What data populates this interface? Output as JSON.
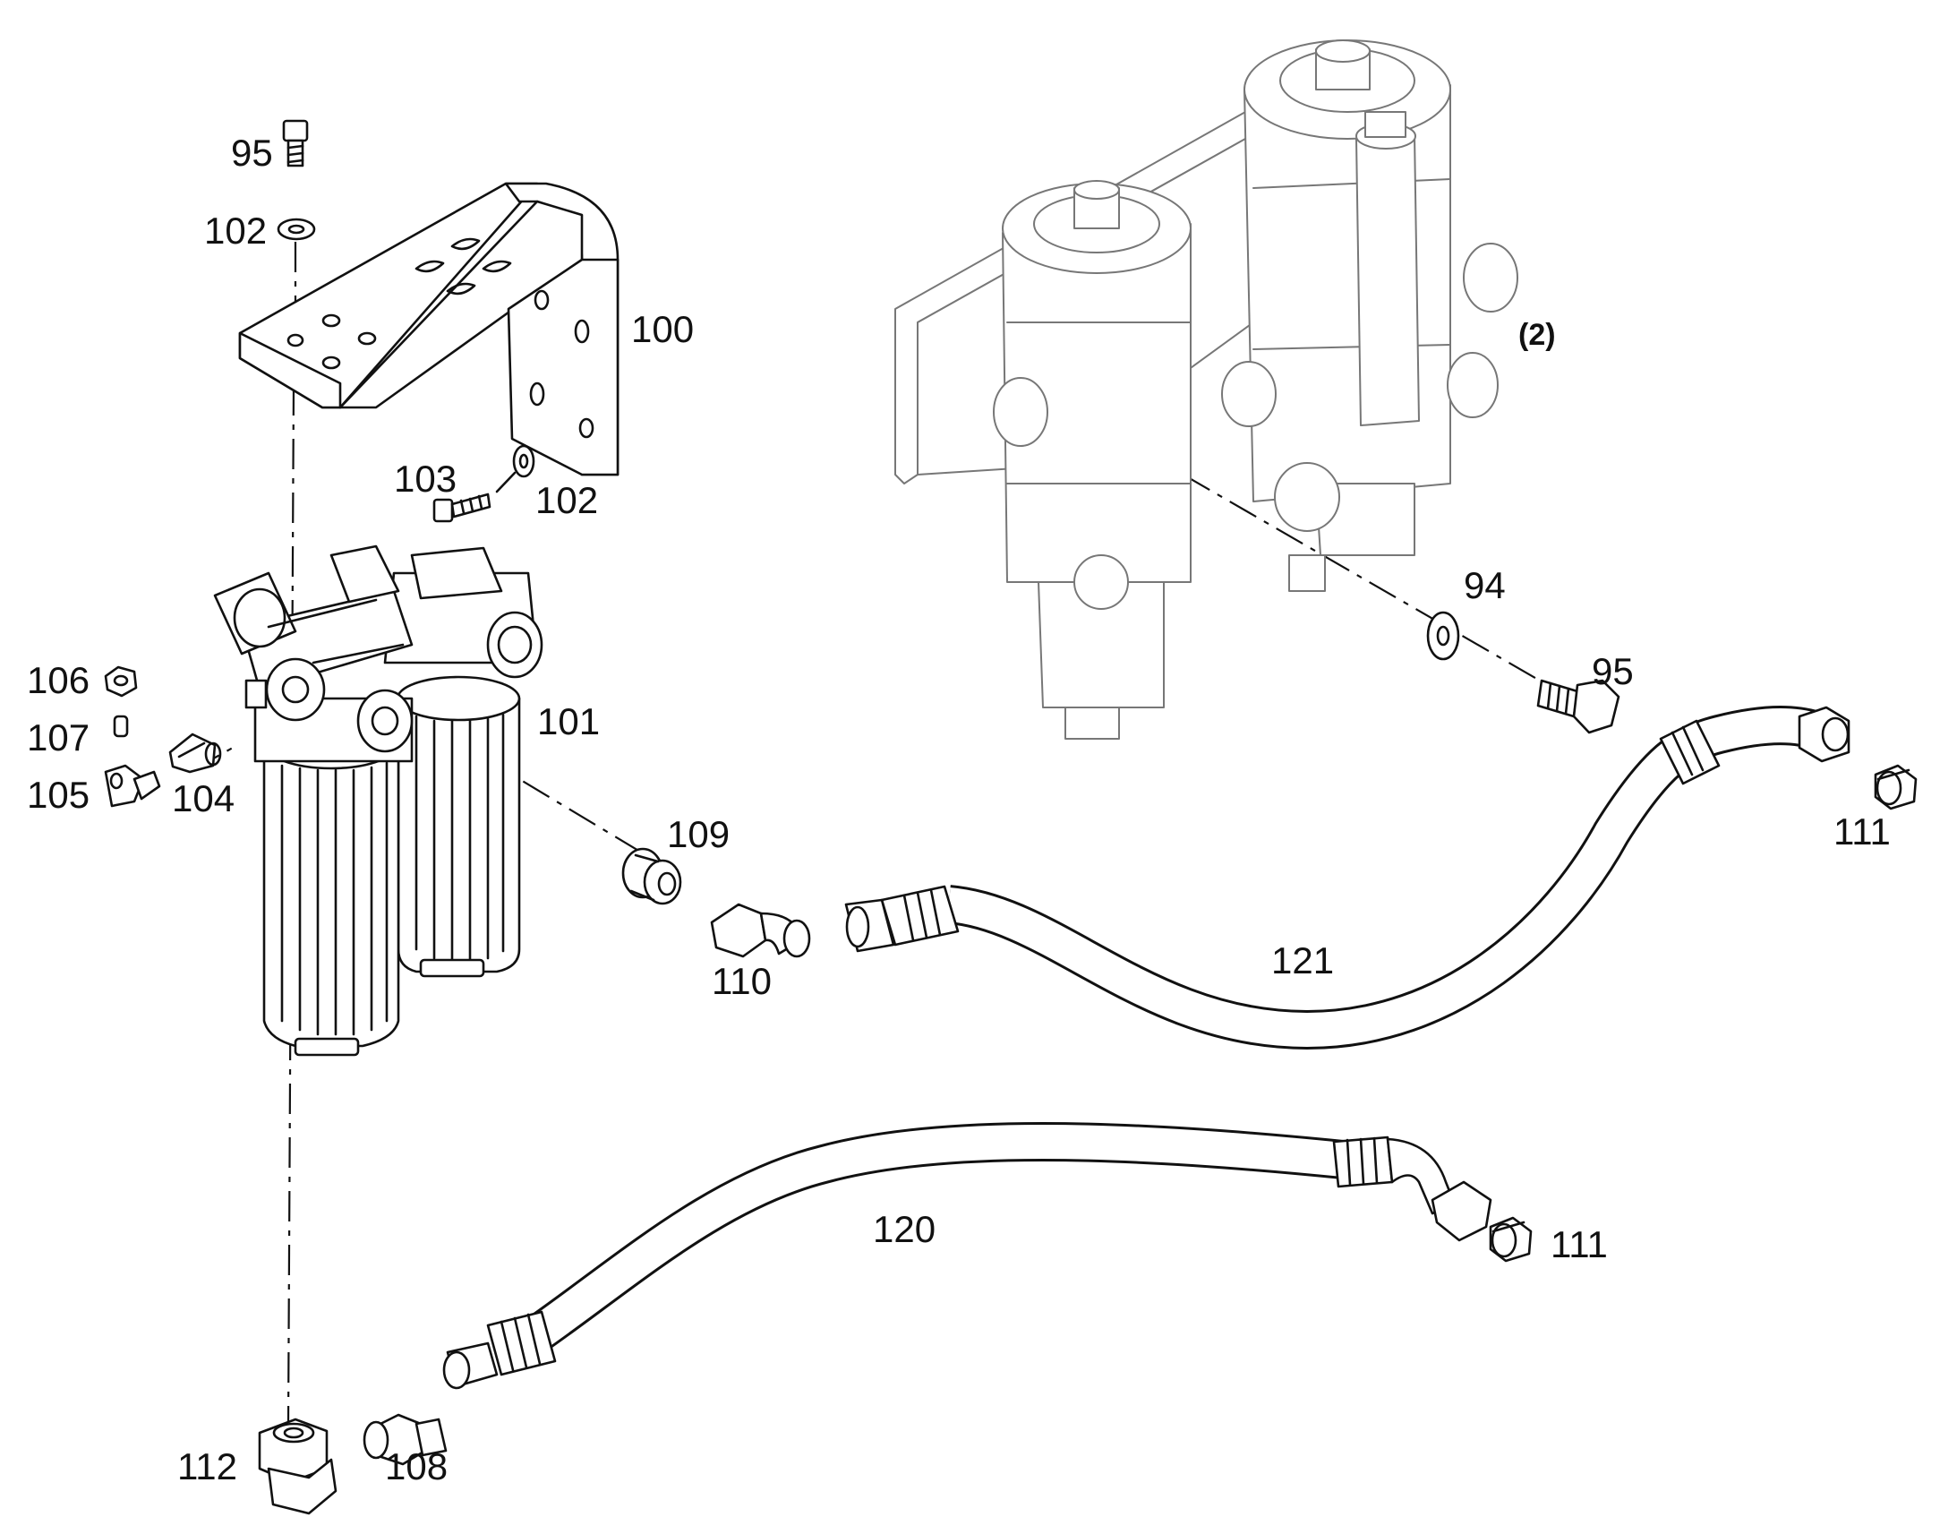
{
  "diagram": {
    "callouts": {
      "c95a": "95",
      "c102a": "102",
      "c100": "100",
      "c103": "103",
      "c102b": "102",
      "c106": "106",
      "c107": "107",
      "c105": "105",
      "c104": "104",
      "c101": "101",
      "c109": "109",
      "c110": "110",
      "c121": "121",
      "c111a": "111",
      "c94": "94",
      "c95b": "95",
      "c2": "(2)",
      "c120": "120",
      "c111b": "111",
      "c112": "112",
      "c108": "108"
    },
    "colors": {
      "line": "#111111",
      "ghost": "#777777",
      "background": "#ffffff"
    }
  }
}
